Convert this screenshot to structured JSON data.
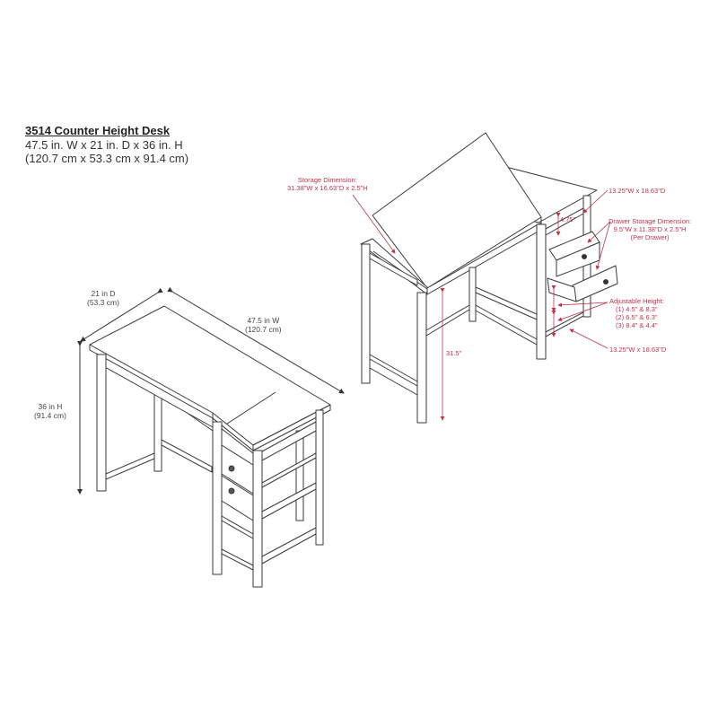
{
  "title": {
    "model_name": "3514  Counter Height Desk",
    "dims_in": "47.5 in. W x 21 in. D x 36 in. H",
    "dims_cm": "(120.7 cm x 53.3 cm x 91.4 cm)"
  },
  "left_view": {
    "depth_label": "21 in D",
    "depth_label_cm": "(53.3 cm)",
    "width_label": "47.5 in W",
    "width_label_cm": "(120.7 cm)",
    "height_label": "36 in H",
    "height_label_cm": "(91.4 cm)"
  },
  "right_view": {
    "storage_title": "Storage Dimension:",
    "storage_value": "31.38\"W x 16.63\"D x 2.5\"H",
    "top_shelf": "13.25\"W x 18.63\"D",
    "shelf_gap": "4.75\"",
    "drawer_title": "Drawer Storage Dimension:",
    "drawer_value": "9.5\"W x 11.38\"D x 2.5\"H",
    "drawer_note": "(Per Drawer)",
    "adjustable_title": "Adjustable Height:",
    "adjustable_options": [
      "(1) 4.5\" & 8.3\"",
      "(2) 6.5\" & 6.3\"",
      "(3) 8.4\" & 4.4\""
    ],
    "bottom_shelf": "13.25\"W x 18.63\"D",
    "leg_height": "31.5\""
  },
  "colors": {
    "line": "#3a3a3a",
    "annotation": "#c0334a"
  }
}
